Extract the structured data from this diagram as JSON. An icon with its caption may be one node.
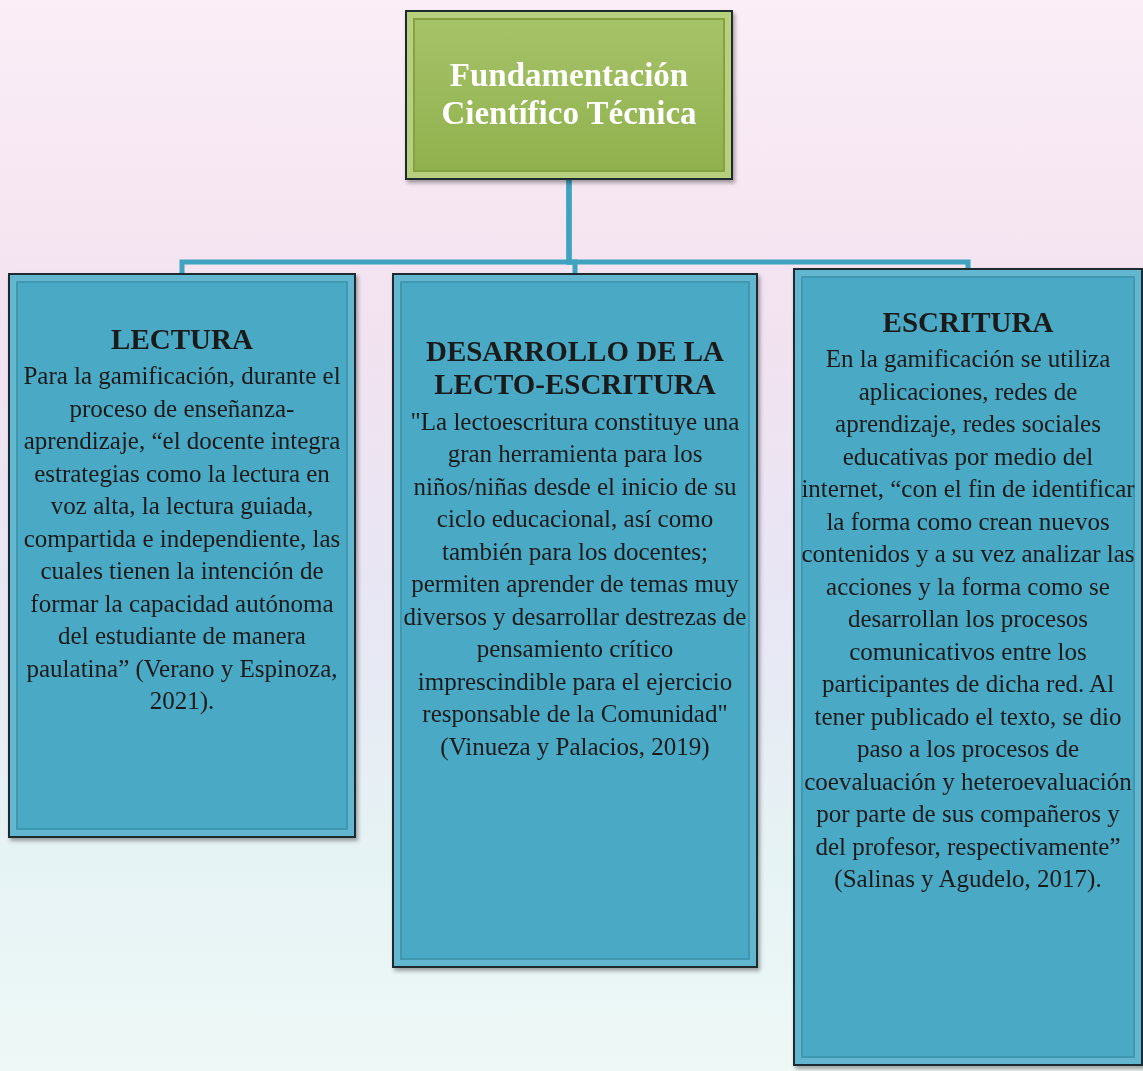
{
  "diagram": {
    "nodes": [
      {
        "text": [
          "Fundamentación Científico Técnica"
        ]
      },
      {
        "text": [
          "LECTURA",
          "Para la gamificación, durante el proceso de enseñanza-aprendizaje, “el docente integra estrategias como la lectura en voz alta, la lectura guiada, compartida e independiente, las cuales tienen la intención de formar la capacidad autónoma del estudiante de manera paulatina” (Verano y Espinoza, 2021)."
        ]
      },
      {
        "text": [
          "DESARROLLO DE LA LECTO-ESCRITURA",
          "\"La lectoescritura constituye una gran herramienta para los niños/niñas desde el inicio de su ciclo educacional, así como también para los docentes; permiten aprender de temas muy diversos y desarrollar destrezas de pensamiento crítico imprescindible para el ejercicio responsable de la Comunidad\" (Vinueza y Palacios, 2019)"
        ]
      },
      {
        "text": [
          "ESCRITURA",
          "En la gamificación se utiliza aplicaciones, redes de aprendizaje, redes sociales educativas por medio del internet, “con el fin de identificar la forma como crean nuevos contenidos y a su vez analizar las acciones y la forma como se desarrollan los procesos comunicativos entre los participantes de dicha red. Al tener publicado el texto, se dio paso a los procesos de coevaluación y heteroevaluación por parte de sus compañeros y del profesor, respectivamente” (Salinas y Agudelo, 2017)."
        ]
      }
    ],
    "edges": [
      {
        "from": 0,
        "to": 1,
        "arrow": "none"
      },
      {
        "from": 0,
        "to": 2,
        "arrow": "none"
      },
      {
        "from": 0,
        "to": 3,
        "arrow": "none"
      }
    ]
  }
}
